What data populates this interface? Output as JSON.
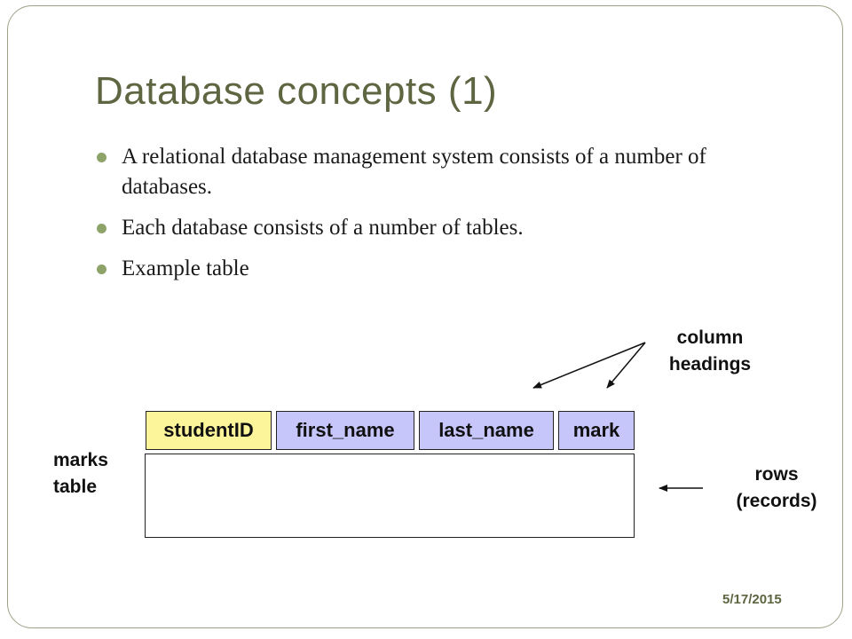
{
  "slide": {
    "title": "Database concepts (1)",
    "bullets": [
      "A relational database management system consists of a number of databases.",
      "Each database consists of a number of tables.",
      "Example table"
    ],
    "date": "5/17/2015"
  },
  "diagram": {
    "columns": [
      "studentID",
      "first_name",
      "last_name",
      "mark"
    ],
    "table_label_line1": "marks",
    "table_label_line2": "table",
    "column_note_line1": "column",
    "column_note_line2": "headings",
    "rows_note_line1": "rows",
    "rows_note_line2": "(records)",
    "colors": {
      "key_column": "#fdf59a",
      "other_columns": "#c6c6fa",
      "title": "#5d6541",
      "bullet": "#8ea36a"
    }
  }
}
